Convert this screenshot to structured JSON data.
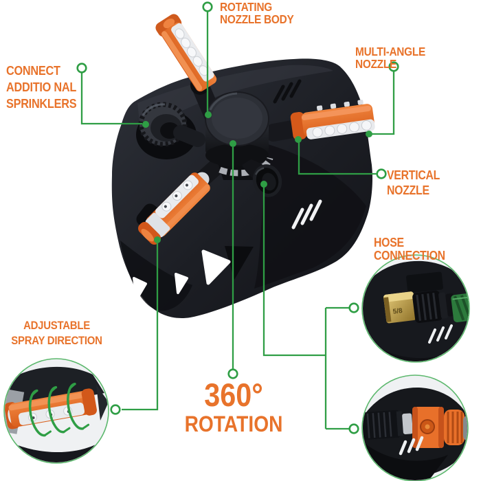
{
  "colors": {
    "background": "#ffffff",
    "label_orange": "#e8732b",
    "line_green": "#2f9e45",
    "product_dark": "#1b1d22",
    "nozzle_orange": "#e8702a",
    "nozzle_white": "#e9ebee",
    "brass": "#c8a94e"
  },
  "callouts": {
    "rotating_nozzle_body": "ROTATING\nNOZZLE BODY",
    "multi_angle_nozzle": "MULTI-ANGLE NOZZLE",
    "connect_additional_sprinklers": "CONNECT\nADDITIO NAL\nSPRINKLERS",
    "vertical_nozzle": "VERTICAL\nNOZZLE",
    "hose_connection": "HOSE CONNECTION",
    "adjustable_spray_direction": "ADJUSTABLE\nSPRAY DIRECTION",
    "rotation_value": "360°",
    "rotation_label": "ROTATION"
  },
  "insets": {
    "hose_fitting_label": "5/8"
  }
}
